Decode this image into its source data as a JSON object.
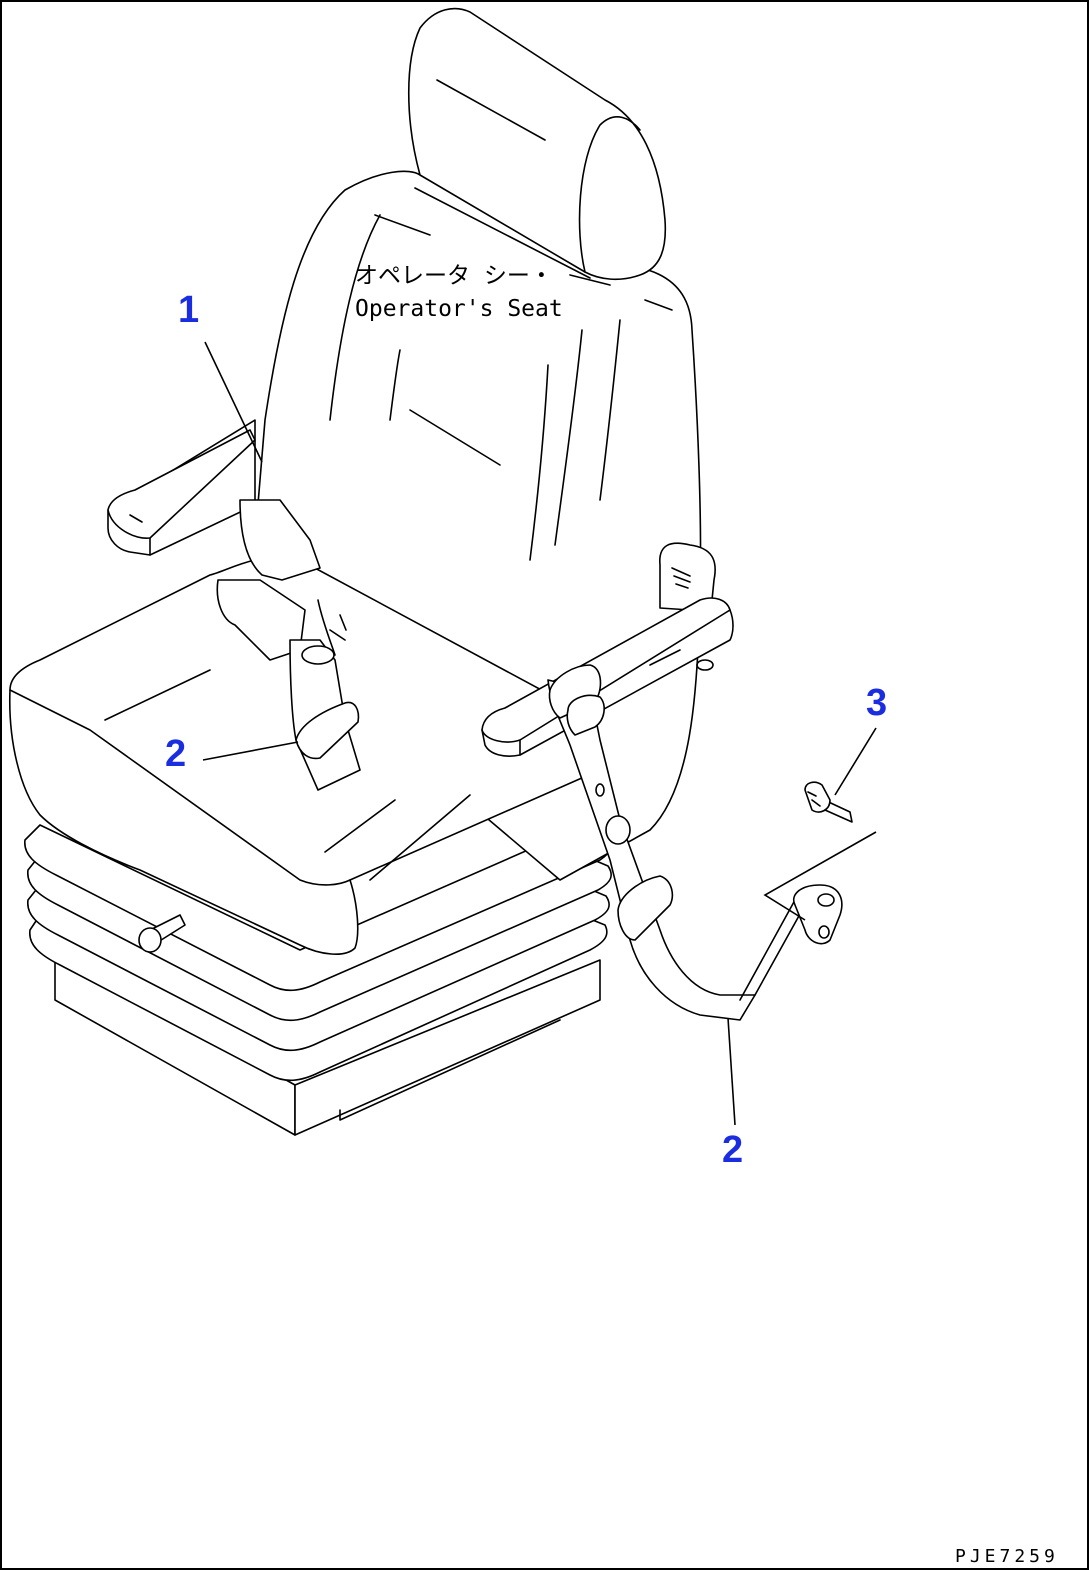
{
  "callouts": [
    {
      "id": "1",
      "label": "1"
    },
    {
      "id": "2a",
      "label": "2"
    },
    {
      "id": "2b",
      "label": "2"
    },
    {
      "id": "3",
      "label": "3"
    }
  ],
  "note": {
    "line1": "オペレータ シー・",
    "line2": "Operator's Seat"
  },
  "drawing_code": "PJE7259",
  "colors": {
    "callout": "#1a2ee0",
    "line": "#000000",
    "background": "#ffffff"
  }
}
